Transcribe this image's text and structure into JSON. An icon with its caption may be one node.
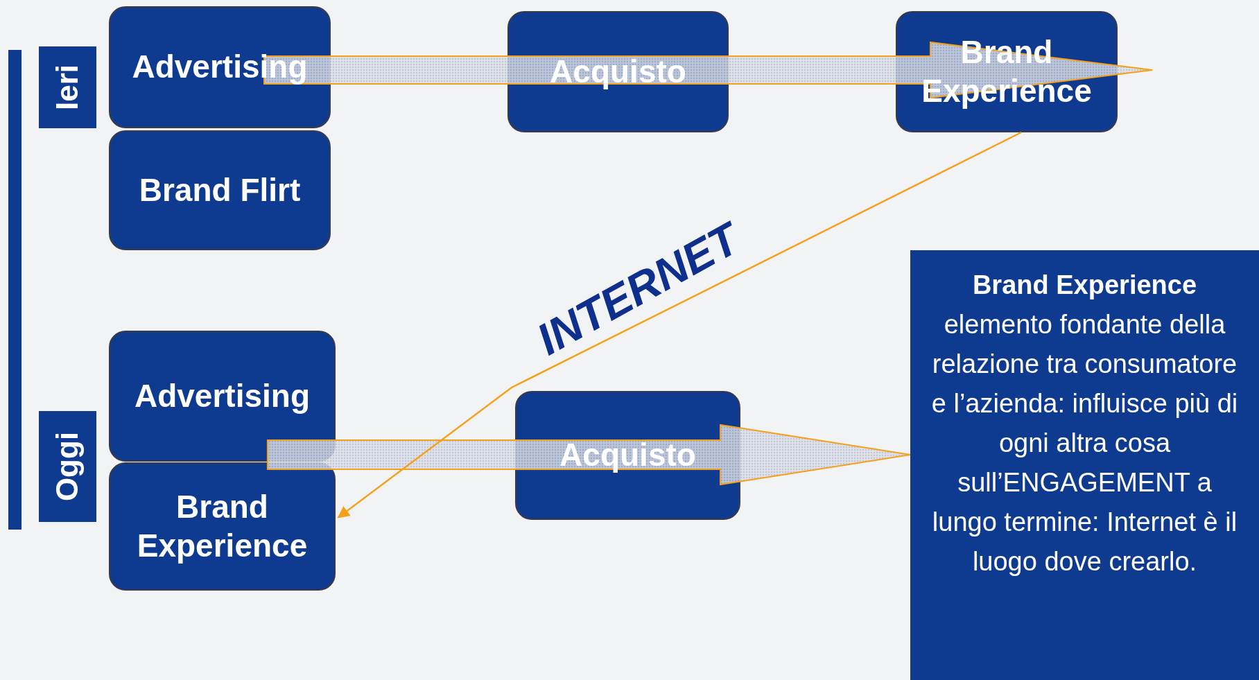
{
  "diagram": {
    "nodes": [
      {
        "text": [
          "Ieri"
        ]
      },
      {
        "text": [
          "Advertising"
        ]
      },
      {
        "text": [
          "Acquisto"
        ]
      },
      {
        "text": [
          "Brand Experience"
        ]
      },
      {
        "text": [
          "Brand Flirt"
        ]
      },
      {
        "text": [
          "Brand Experience",
          "elemento fondante della relazione tra consumatore e l’azienda: influisce più di ogni altra cosa sull’ENGAGEMENT a lungo termine: Internet è il luogo dove crearlo."
        ]
      },
      {
        "text": [
          "Advertising"
        ]
      },
      {
        "text": [
          "Acquisto"
        ]
      },
      {
        "text": [
          "Oggi"
        ]
      },
      {
        "text": [
          "Brand Experience"
        ]
      },
      {
        "text": [],
        "shape": "bar"
      }
    ],
    "edges": [
      {
        "from": 1,
        "to": null,
        "arrow": "to",
        "style": "thick",
        "color": "#f5a01a"
      },
      {
        "from": 6,
        "to": 5,
        "arrow": "to",
        "style": "thick",
        "color": "#f5a01a"
      },
      {
        "from": 3,
        "to": 9,
        "arrow": "to",
        "color": "#f5a01a"
      }
    ],
    "labels": [
      "INTERNET"
    ]
  }
}
